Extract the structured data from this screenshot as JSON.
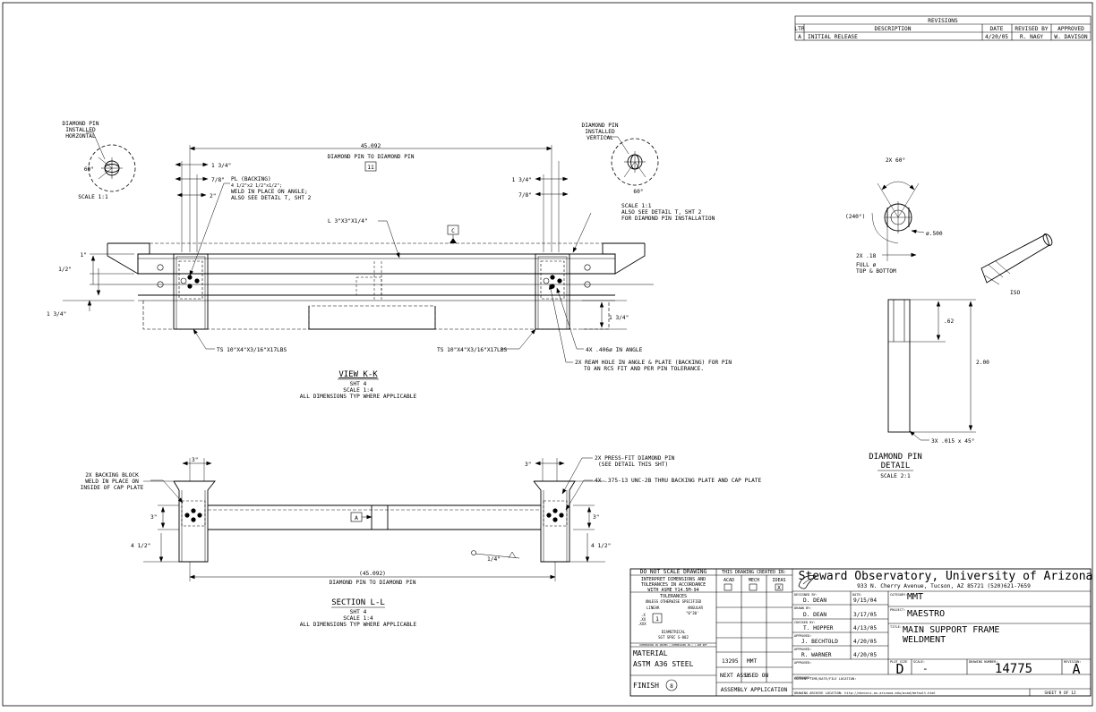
{
  "revisions": {
    "title": "REVISIONS",
    "headers": [
      "LTR",
      "DESCRIPTION",
      "DATE",
      "REVISED BY",
      "APPROVED"
    ],
    "rows": [
      [
        "A",
        "INITIAL RELEASE",
        "4/20/05",
        "R. NAGY",
        "W. DAVISON"
      ]
    ]
  },
  "view_kk": {
    "dim_overall": "45.092",
    "dim_overall_note": "DIAMOND PIN TO DIAMOND PIN",
    "balloon": "11",
    "dim_134_left": "1 3/4\"",
    "dim_78_left": "7/8\"",
    "dim_2": "2\"",
    "dim_134_right": "1 3/4\"",
    "dim_78_right": "7/8\"",
    "dim_1": "1\"",
    "dim_12": "1/2\"",
    "dim_134_lower_left": "1 3/4\"",
    "dim_134_lower_right": "1 3/4\"",
    "pl_backing": [
      "PL (BACKING)",
      "4 1/2\"x2 1/2\"x1/2\";",
      "WELD IN PLACE ON ANGLE;",
      "ALSO SEE DETAIL T, SHT 2"
    ],
    "angle_note": "L 3\"X3\"X1/4\"",
    "datum": "C",
    "ts_left": "TS 10\"X4\"X3/16\"X17LBS",
    "ts_right": "TS 10\"X4\"X3/16\"X17LBS",
    "hole_note": "4X .406ø IN ANGLE",
    "ream_note": [
      "2X REAM HOLE IN ANGLE & PLATE (BACKING) FOR PIN",
      "TO AN RC5 FIT AND PER PIN TOLERANCE."
    ],
    "title": "VIEW K-K",
    "sub": [
      "SHT 4",
      "SCALE 1:4",
      "ALL DIMENSIONS TYP WHERE APPLICABLE"
    ]
  },
  "pin_left": {
    "label": [
      "DIAMOND PIN",
      "INSTALLED",
      "HORZONTAL"
    ],
    "angle": "60°",
    "scale": "SCALE 1:1"
  },
  "pin_right": {
    "label": [
      "DIAMOND PIN",
      "INSTALLED",
      "VERTICAL"
    ],
    "angle": "60°",
    "notes": [
      "SCALE 1:1",
      "ALSO SEE DETAIL T, SHT 2",
      "FOR DIAMOND PIN INSTALLATION"
    ]
  },
  "section_ll": {
    "backing_block": [
      "2X BACKING BLOCK",
      "WELD IN PLACE ON",
      "INSIDE OF CAP PLATE"
    ],
    "dim_3_top_left": "3\"",
    "dim_3_top_right": "3\"",
    "dim_3_side_left": "3\"",
    "dim_3_side_right": "3\"",
    "dim_412_left": "4 1/2\"",
    "dim_412_right": "4 1/2\"",
    "press_fit": [
      "2X PRESS-FIT DIAMOND PIN",
      "(SEE DETAIL THIS SHT)"
    ],
    "tapped_note": "4X .375-13 UNC-2B THRU BACKING PLATE AND CAP PLATE",
    "datum": "A",
    "weld": "1/4\"",
    "dim_overall": "(45.092)",
    "dim_overall_note": "DIAMOND PIN TO DIAMOND PIN",
    "title": "SECTION L-L",
    "sub": [
      "SHT 4",
      "SCALE 1:4",
      "ALL DIMENSIONS TYP WHERE APPLICABLE"
    ]
  },
  "detail_pin": {
    "angle": "2X 60°",
    "ref_angle": "(240°)",
    "dia": "ø.500",
    "flat": [
      "2X .18",
      "FULL ø",
      "TOP & BOTTOM"
    ],
    "iso": "ISO",
    "dim_62": ".62",
    "dim_200": "2.00",
    "chamfer": "3X .015 x 45°",
    "title": [
      "DIAMOND PIN",
      "DETAIL"
    ],
    "scale": "SCALE 2:1"
  },
  "title_block": {
    "do_not_scale": "DO NOT SCALE DRAWING",
    "interpret": [
      "INTERPRET DIMENSIONS AND",
      "TOLERANCES IN ACCORDANCE",
      "WITH ASME Y14.5M-94"
    ],
    "tolerances_title": "TOLERANCES",
    "tolerances_unless": "UNLESS OTHERWISE SPECIFIED",
    "linear": "LINEAR",
    "angular": "ANGULAR",
    "angular_val": "°0°30'",
    "tol_x": ".X",
    "tol_xx": ".XX",
    "tol_xxx": ".XXX",
    "tol_balloon": "1",
    "diametrical": "DIAMETRICAL",
    "spec": "SGT SPEC S-002",
    "fine_print": "DIMENSIONS IN INCHES | DIMENSIONS IN ( ) ARE REF",
    "material_label": "MATERIAL",
    "material": "ASTM A36 STEEL",
    "finish_label": "FINISH",
    "finish_balloon": "8",
    "created_in": "THIS DRAWING CREATED IN:",
    "acad": "ACAD",
    "mech": "MECH",
    "ideas": "IDEAS",
    "ideas_mark": "X",
    "next_assy_val": "13295",
    "used_on_val": "MMT",
    "next_assy": "NEXT ASSY",
    "used_on": "USED ON",
    "assembly_app": "ASSEMBLY APPLICATION",
    "org": "Steward Observatory, University of Arizona",
    "address": "933 N. Cherry Avenue, Tucson, AZ 85721  (520)621-7659",
    "designed_by_label": "DESIGNED BY:",
    "designed_by": "D. DEAN",
    "designed_date_label": "DATE:",
    "designed_date": "9/15/04",
    "drawn_by_label": "DRAWN BY:",
    "drawn_by": "D. DEAN",
    "drawn_date": "3/17/05",
    "checked_by_label": "CHECKED BY:",
    "checked_by": "T. HOPPER",
    "checked_date": "4/13/05",
    "approved1_label": "APPROVED:",
    "approved1": "J. BECHTOLD",
    "approved1_date": "4/20/05",
    "approved2_label": "APPROVED:",
    "approved2": "R. WARNER",
    "approved2_date": "4/20/05",
    "approved3_label": "APPROVED:",
    "approved4_label": "APPROVED:",
    "category_label": "CATEGORY:",
    "category": "MMT",
    "project_label": "PROJECT:",
    "project": "MAESTRO",
    "title_label": "TITLE:",
    "title1": "MAIN SUPPORT FRAME",
    "title2": "WELDMENT",
    "plot_size_label": "PLOT SIZE",
    "plot_size": "D",
    "scale_label": "SCALE:",
    "scale": "-",
    "dwg_no_label": "DRAWING NUMBER:",
    "dwg_no": "14775",
    "revision_label": "REVISION:",
    "revision": "A",
    "current_file": "CURRENT TIME/DATE/FILE LOCATION:",
    "archive": "DRAWING ARCHIVE LOCATION: http://devinci.as.arizona.edu/acad/default.html",
    "sheet": "SHEET 9 OF 12"
  }
}
